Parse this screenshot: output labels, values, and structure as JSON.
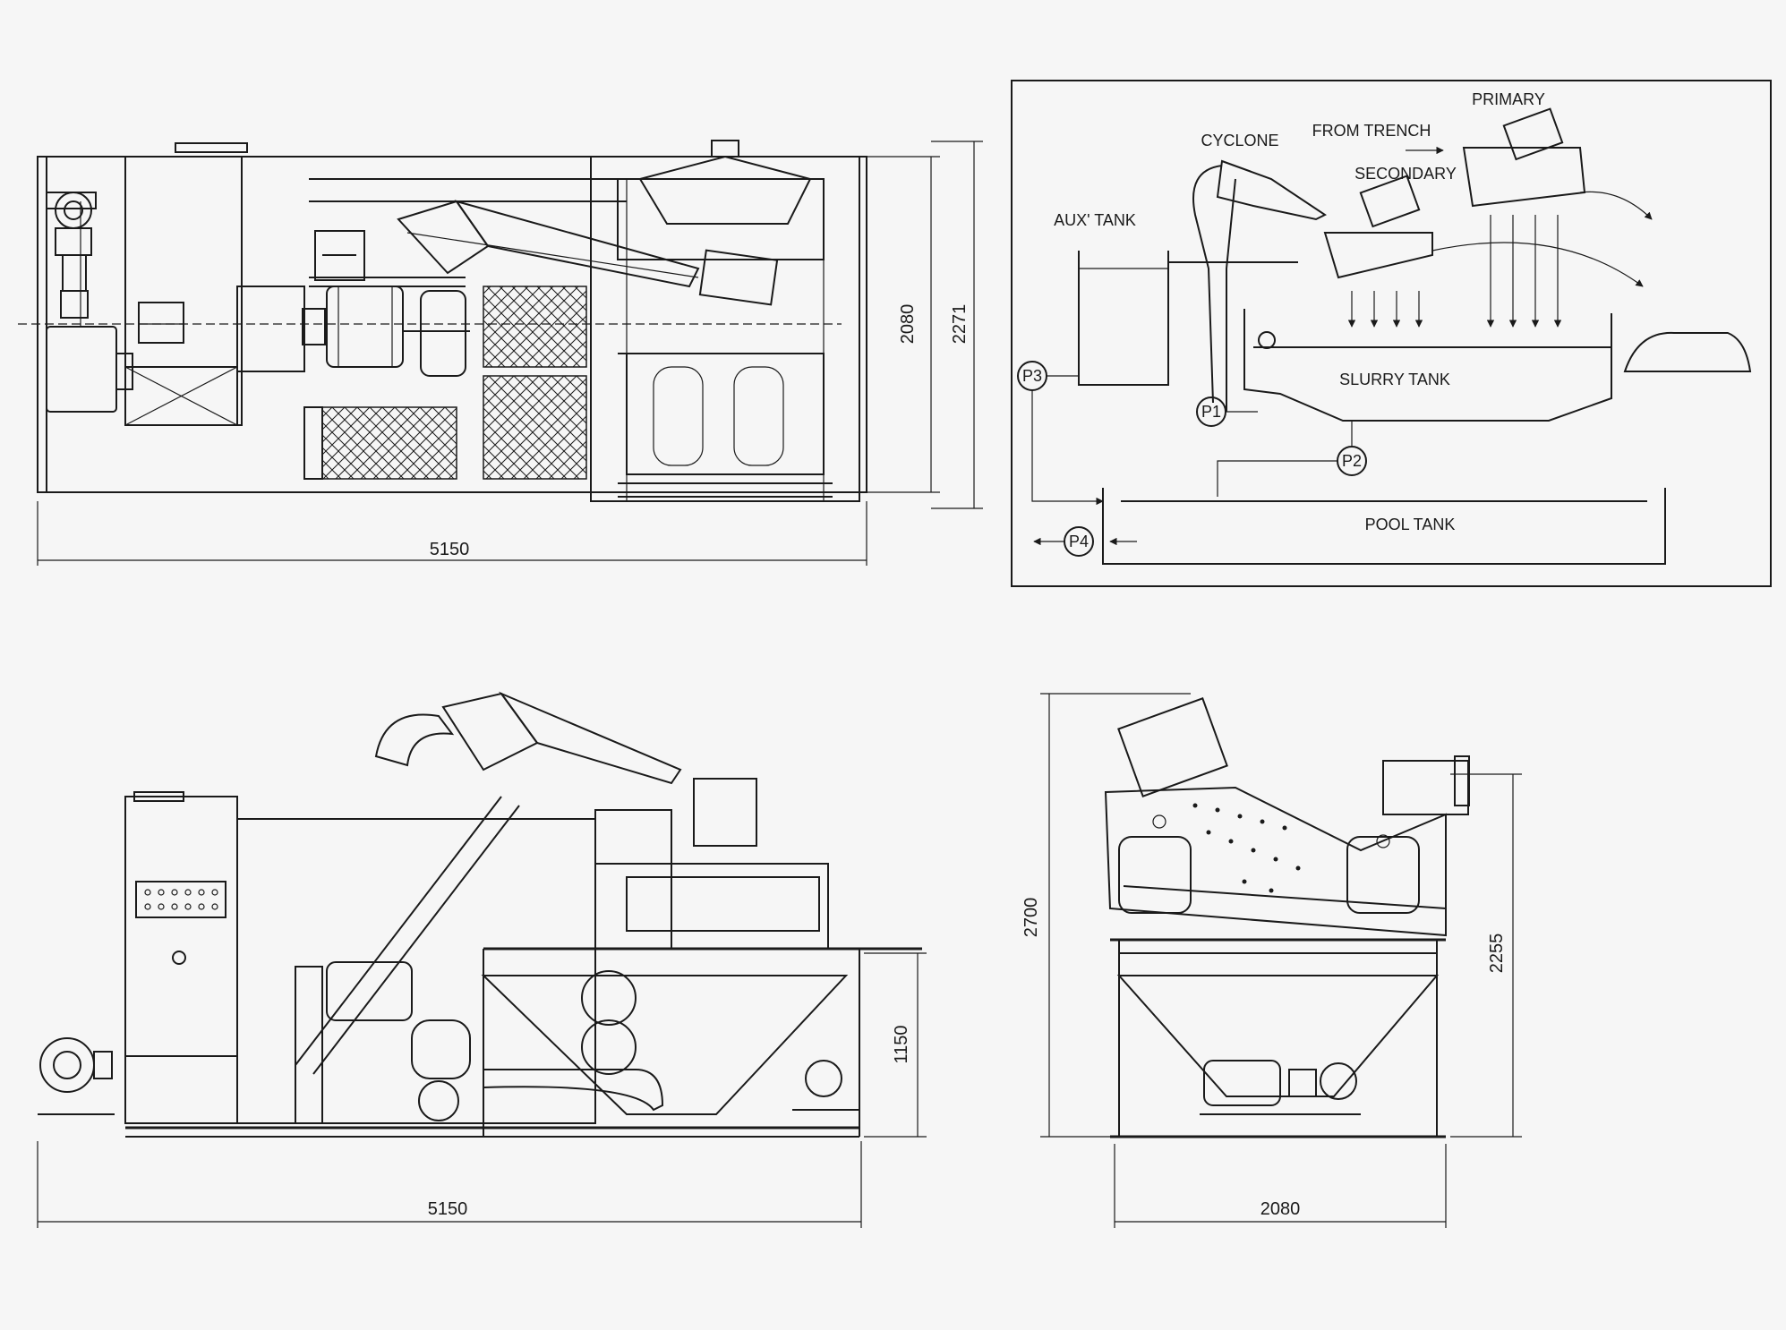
{
  "plan_view": {
    "dim_length": "5150",
    "dim_width_inner": "2080",
    "dim_width_outer": "2271"
  },
  "flow_diagram": {
    "labels": {
      "primary": "PRIMARY",
      "cyclone": "CYCLONE",
      "from_trench": "FROM TRENCH",
      "secondary": "SECONDARY",
      "aux_tank": "AUX' TANK",
      "slurry_tank": "SLURRY TANK",
      "pool_tank": "POOL TANK"
    },
    "pumps": [
      "P1",
      "P2",
      "P3",
      "P4"
    ]
  },
  "side_view": {
    "dim_length": "5150",
    "dim_height": "1150"
  },
  "end_view": {
    "dim_width": "2080",
    "dim_height_overall": "2700",
    "dim_height_frame": "2255"
  },
  "colors": {
    "line": "#1a1a1a",
    "paper": "#f6f6f6"
  }
}
